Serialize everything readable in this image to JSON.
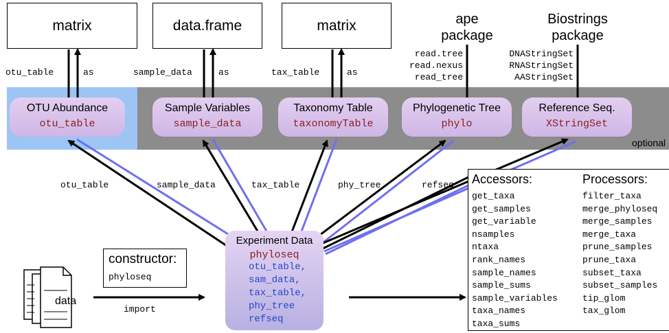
{
  "top_boxes": {
    "matrix1": "matrix",
    "dataframe": "data.frame",
    "matrix2": "matrix"
  },
  "packages": {
    "ape": "ape\npackage",
    "biostrings": "Biostrings\npackage"
  },
  "edge_labels": {
    "otu_table": "otu_table",
    "as1": "as",
    "sample_data": "sample_data",
    "as2": "as",
    "tax_table": "tax_table",
    "as3": "as",
    "ape_funcs": [
      "read.tree",
      "read.nexus",
      "read_tree"
    ],
    "bio_funcs": [
      "DNAStringSet",
      "RNAStringSet",
      "AAStringSet"
    ]
  },
  "components": [
    {
      "title": "OTU Abundance",
      "class": "otu_table"
    },
    {
      "title": "Sample Variables",
      "class": "sample_data"
    },
    {
      "title": "Taxonomy Table",
      "class": "taxonomyTable"
    },
    {
      "title": "Phylogenetic Tree",
      "class": "phylo"
    },
    {
      "title": "Reference Seq.",
      "class": "XStringSet"
    }
  ],
  "optional_label": "optional",
  "lower_labels": {
    "otu_table": "otu_table",
    "sample_data": "sample_data",
    "tax_table": "tax_table",
    "phy_tree": "phy_tree",
    "refseq": "refseq"
  },
  "experiment": {
    "title": "Experiment Data",
    "class": "phyloseq",
    "items": [
      "otu_table,",
      "sam_data,",
      "tax_table,",
      "phy_tree",
      "refseq"
    ]
  },
  "constructor": {
    "title": "constructor:",
    "func": "phyloseq"
  },
  "doc_label": "data",
  "import_label": "import",
  "accessors": {
    "heading": "Accessors:",
    "items": [
      "get_taxa",
      "get_samples",
      "get_variable",
      "nsamples",
      "ntaxa",
      "rank_names",
      "sample_names",
      "sample_sums",
      "sample_variables",
      "taxa_names",
      "taxa_sums"
    ]
  },
  "processors": {
    "heading": "Processors:",
    "items": [
      "filter_taxa",
      "merge_phyloseq",
      "merge_samples",
      "merge_taxa",
      "prune_samples",
      "prune_taxa",
      "subset_taxa",
      "subset_samples",
      "tip_glom",
      "tax_glom"
    ]
  },
  "colors": {
    "blue_panel": "#9cc4f4",
    "gray_band": "#8c8c8c",
    "arrow_blue": "#6f6ff0",
    "class_red": "#8a1e1e",
    "slot_blue": "#2546c9"
  }
}
